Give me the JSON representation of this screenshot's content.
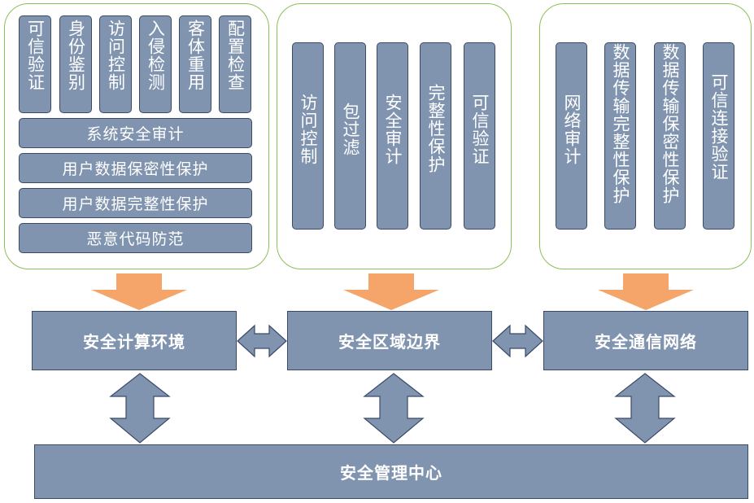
{
  "panels": {
    "compute": {
      "vertical_items": [
        {
          "label": "可信验证"
        },
        {
          "label": "身份鉴别"
        },
        {
          "label": "访问控制"
        },
        {
          "label": "入侵检测"
        },
        {
          "label": "客体重用"
        },
        {
          "label": "配置检查"
        }
      ],
      "horizontal_items": [
        {
          "label": "系统安全审计"
        },
        {
          "label": "用户数据保密性保护"
        },
        {
          "label": "用户数据完整性保护"
        },
        {
          "label": "恶意代码防范"
        }
      ]
    },
    "boundary": {
      "vertical_items": [
        {
          "label": "访问控制"
        },
        {
          "label": "包过滤"
        },
        {
          "label": "安全审计"
        },
        {
          "label": "完整性保护"
        },
        {
          "label": "可信验证"
        }
      ]
    },
    "network": {
      "vertical_items": [
        {
          "label": "网络审计"
        },
        {
          "label": "数据传输完整性保护"
        },
        {
          "label": "数据传输保密性保护"
        },
        {
          "label": "可信连接验证"
        }
      ]
    }
  },
  "main_blocks": {
    "compute_env": "安全计算环境",
    "region_boundary": "安全区域边界",
    "comm_network": "安全通信网络",
    "mgmt_center": "安全管理中心"
  },
  "colors": {
    "box_fill": "#8094b0",
    "box_border": "#3a4a68",
    "panel_border": "#8cbf56",
    "down_arrow": "#f5a56a",
    "connector_arrow": "#8094b0"
  }
}
